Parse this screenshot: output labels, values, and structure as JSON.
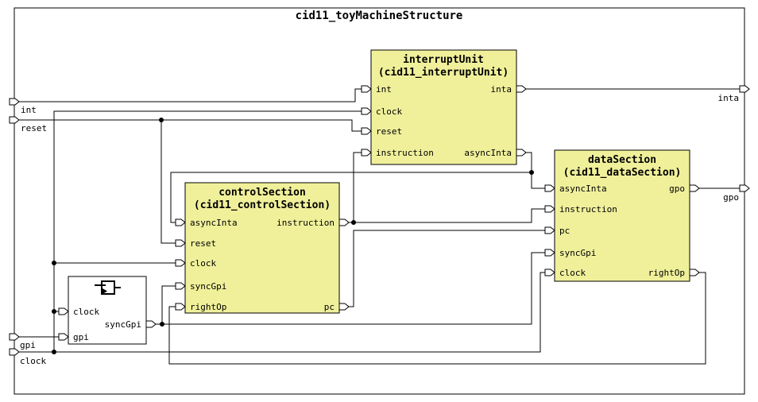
{
  "title": "cid11_toyMachineStructure",
  "colors": {
    "block_fill": "#f0f09b",
    "wire": "#000000",
    "background": "#ffffff"
  },
  "blocks": {
    "interruptUnit": {
      "name": "interruptUnit",
      "type": "(cid11_interruptUnit)",
      "inputs": [
        "int",
        "clock",
        "reset",
        "instruction"
      ],
      "outputs": [
        "inta",
        "asyncInta"
      ]
    },
    "controlSection": {
      "name": "controlSection",
      "type": "(cid11_controlSection)",
      "inputs": [
        "asyncInta",
        "reset",
        "clock",
        "syncGpi",
        "rightOp"
      ],
      "outputs": [
        "instruction",
        "pc"
      ]
    },
    "dataSection": {
      "name": "dataSection",
      "type": "(cid11_dataSection)",
      "inputs": [
        "asyncInta",
        "instruction",
        "pc",
        "syncGpi",
        "clock"
      ],
      "outputs": [
        "gpo",
        "rightOp"
      ]
    },
    "synchronizer": {
      "inputs": [
        "clock",
        "gpi"
      ],
      "outputs": [
        "syncGpi"
      ]
    }
  },
  "external_ports": {
    "inputs": [
      "int",
      "reset",
      "gpi",
      "clock"
    ],
    "outputs": [
      "inta",
      "gpo"
    ]
  }
}
